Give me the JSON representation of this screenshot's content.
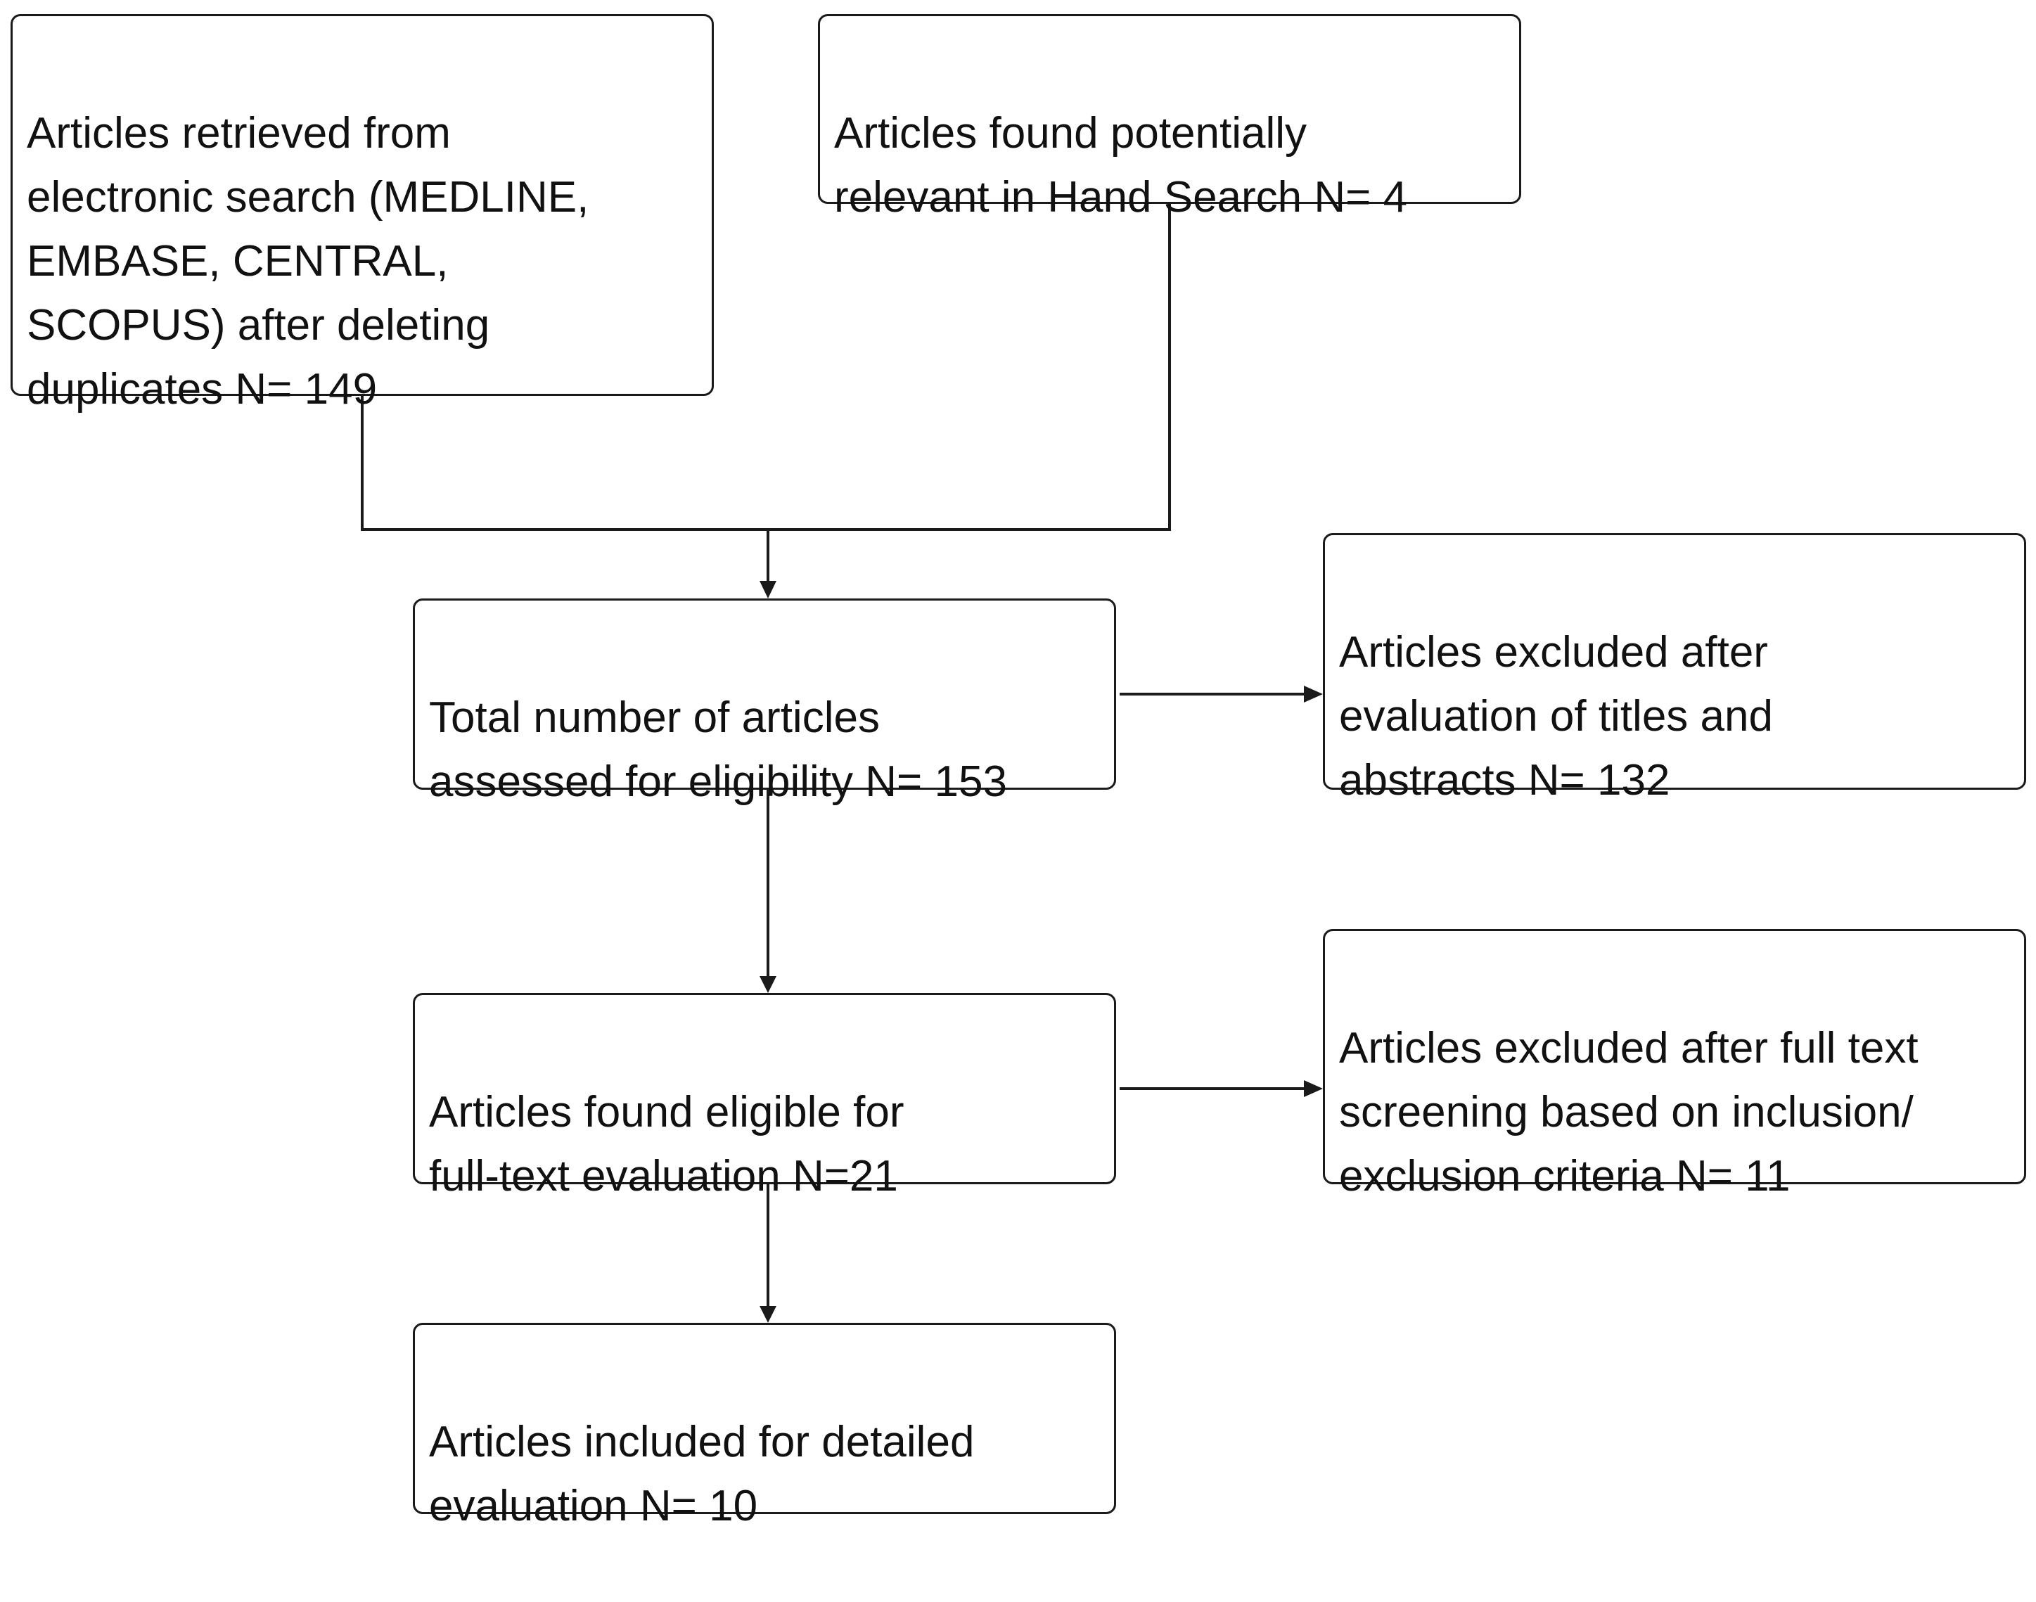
{
  "diagram": {
    "boxes": {
      "electronic_search": "Articles retrieved from\nelectronic search (MEDLINE,\nEMBASE, CENTRAL,\nSCOPUS) after deleting\nduplicates N= 149",
      "hand_search": "Articles found potentially\nrelevant in Hand Search N= 4",
      "total_assessed": "Total number of articles\nassessed for eligibility N= 153",
      "excluded_titles_abstracts": "Articles excluded after\nevaluation of titles and\nabstracts N= 132",
      "eligible_full_text": "Articles found eligible for\nfull-text evaluation N=21",
      "excluded_full_text": "Articles excluded after full text\nscreening based on inclusion/\nexclusion criteria N= 11",
      "included_detailed": "Articles included for detailed\nevaluation N= 10"
    },
    "connectors": [
      {
        "from": "electronic_search",
        "to": "total_assessed",
        "type": "merge"
      },
      {
        "from": "hand_search",
        "to": "total_assessed",
        "type": "merge"
      },
      {
        "from": "total_assessed",
        "to": "excluded_titles_abstracts",
        "type": "arrow"
      },
      {
        "from": "total_assessed",
        "to": "eligible_full_text",
        "type": "arrow"
      },
      {
        "from": "eligible_full_text",
        "to": "excluded_full_text",
        "type": "arrow"
      },
      {
        "from": "eligible_full_text",
        "to": "included_detailed",
        "type": "arrow"
      }
    ],
    "colors": {
      "stroke": "#1a1a1a",
      "background": "#ffffff",
      "text": "#111111"
    }
  }
}
